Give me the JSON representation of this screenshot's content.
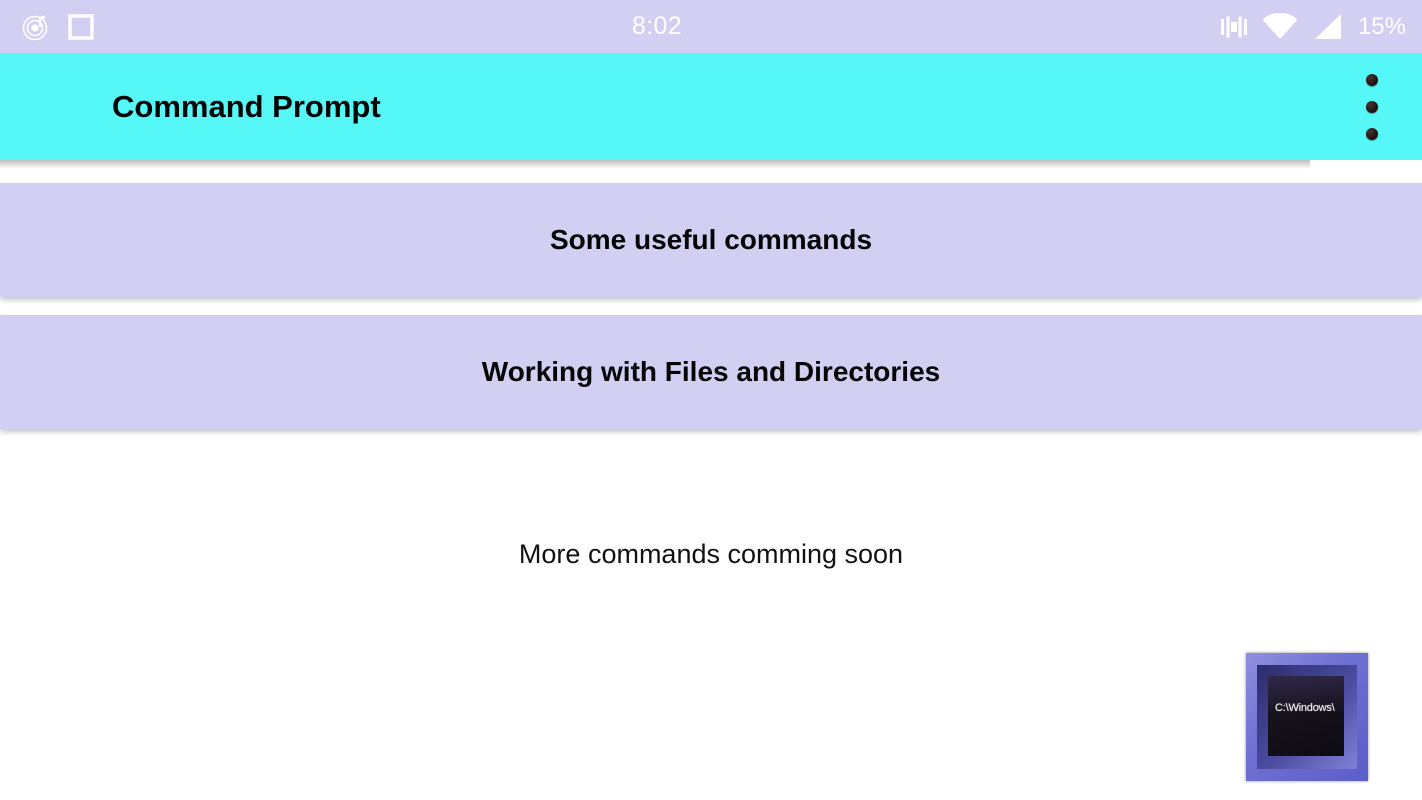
{
  "status_bar": {
    "time": "8:02",
    "battery_percent": "15%",
    "background_color": "#d2cff2",
    "foreground_color": "#ffffff",
    "left_icons": [
      {
        "name": "music-notification-icon"
      },
      {
        "name": "square-notification-icon"
      }
    ],
    "right_icons": [
      {
        "name": "vibrate-icon"
      },
      {
        "name": "wifi-icon"
      },
      {
        "name": "cellular-signal-icon"
      }
    ]
  },
  "app_bar": {
    "title": "Command Prompt",
    "background_color": "#55f7f7",
    "title_color": "#050505",
    "overflow_menu_name": "overflow-menu-icon"
  },
  "main": {
    "background_color": "#ffffff",
    "card_color": "#d2cff2",
    "cards": [
      {
        "label": "Some useful commands"
      },
      {
        "label": "Working with Files and Directories"
      }
    ],
    "footer_note": "More commands comming soon"
  },
  "cmd_icon": {
    "name": "command-prompt-icon",
    "screen_text": "C:\\Windows\\",
    "frame_color": "#6f71d2",
    "screen_color": "#0d0b12"
  }
}
